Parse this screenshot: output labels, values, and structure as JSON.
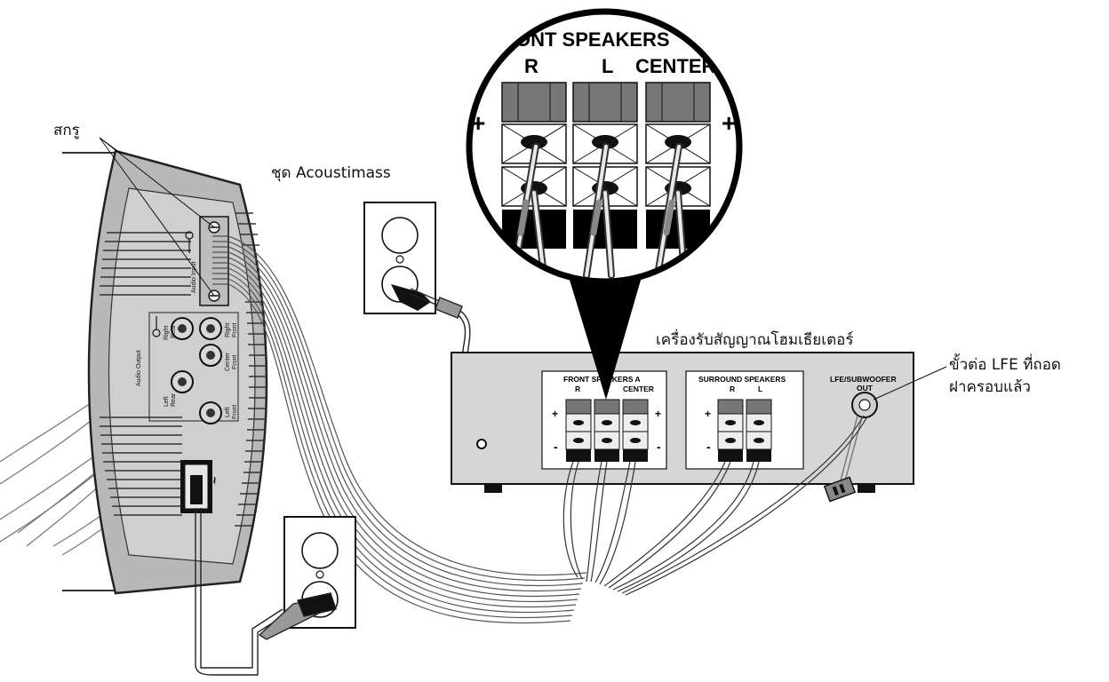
{
  "labels": {
    "screws": "สกรู",
    "acoustimass": "ชุด Acoustimass",
    "receiver": "เครื่องรับสัญญาณโฮมเธียเตอร์",
    "lfe_line1": "ขั้วต่อ LFE ที่ถอด",
    "lfe_line2": "ฝาครอบแล้ว"
  },
  "callout": {
    "title": "ONT SPEAKERS",
    "channels": [
      "R",
      "L",
      "CENTER"
    ],
    "plus": "+",
    "minus": "-"
  },
  "receiver_panel": {
    "front_title": "FRONT SPEAKERS A",
    "front_channels": [
      "R",
      "L",
      "CENTER"
    ],
    "surround_title": "SURROUND SPEAKERS",
    "surround_channels": [
      "R",
      "L"
    ],
    "lfe_title_1": "LFE/SUBWOOFER",
    "lfe_title_2": "OUT",
    "plus": "+",
    "minus": "-"
  },
  "acoustimass_panel": {
    "audio_input": "Audio Input",
    "audio_output": "Audio Output",
    "right_rear_1": "Right",
    "right_rear_2": "Rear",
    "left_rear_1": "Left",
    "left_rear_2": "Rear",
    "right_front_1": "Right",
    "right_front_2": "Front",
    "center_front_1": "Center",
    "center_front_2": "Front",
    "left_front_1": "Left",
    "left_front_2": "Front",
    "power_symbol": "~"
  }
}
